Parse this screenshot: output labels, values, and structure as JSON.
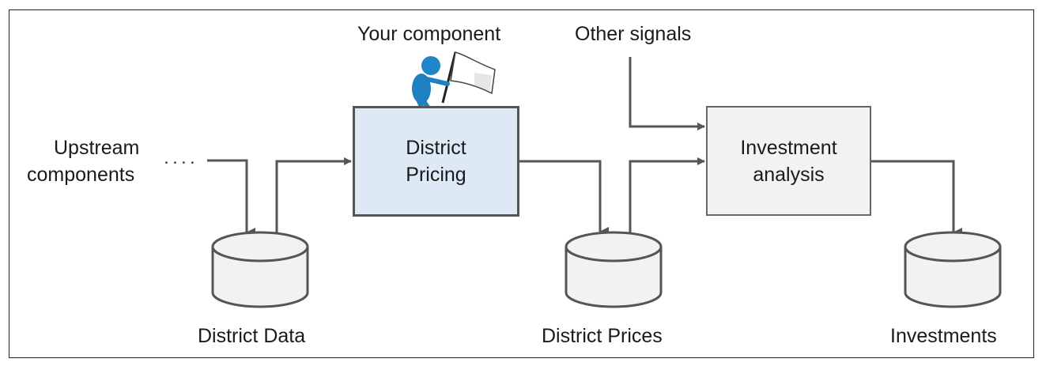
{
  "upstream": {
    "line1": "Upstream",
    "line2": "components",
    "dots": "...."
  },
  "your_component": "Your component",
  "other_signals": "Other signals",
  "district_pricing": {
    "line1": "District",
    "line2": "Pricing"
  },
  "investment_analysis": {
    "line1": "Investment",
    "line2": "analysis"
  },
  "stores": {
    "district_data": "District Data",
    "district_prices": "District Prices",
    "investments": "Investments"
  },
  "colors": {
    "arrow": "#555555",
    "pricing_fill": "#dde9f4",
    "analysis_fill": "#f2f2f2"
  }
}
